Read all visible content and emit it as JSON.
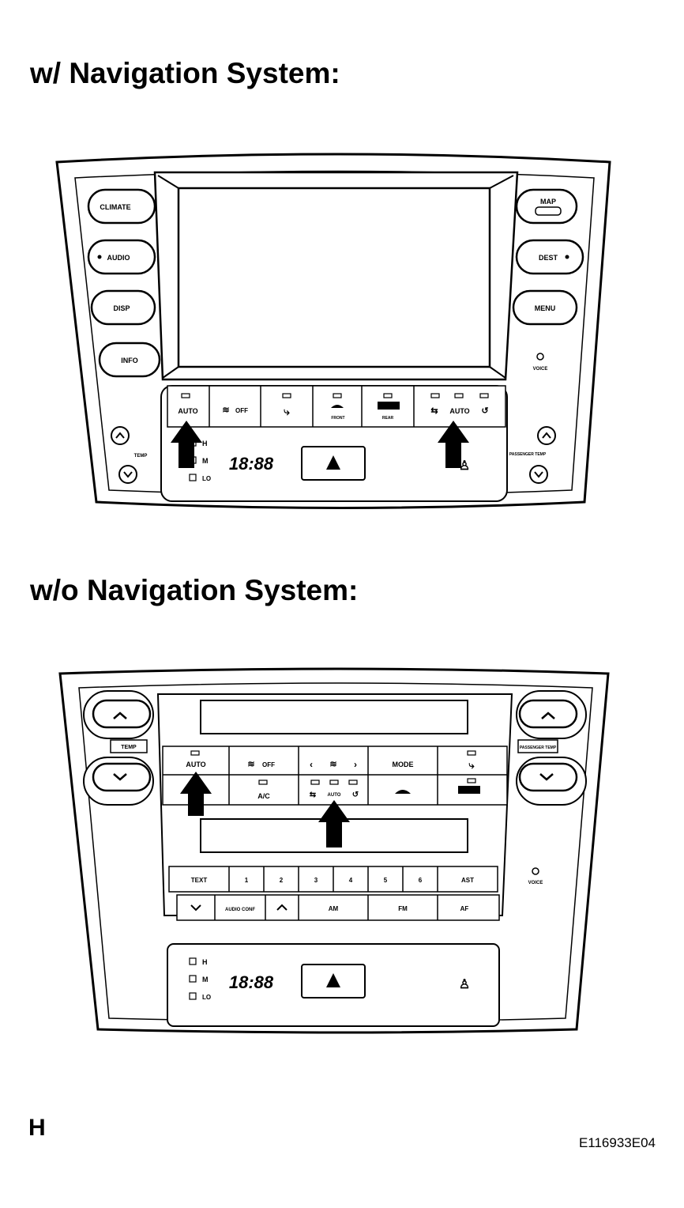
{
  "headings": {
    "with_nav": "w/ Navigation System:",
    "without_nav": "w/o Navigation System:"
  },
  "nav_panel": {
    "left_buttons": [
      "CLIMATE",
      "AUDIO",
      "DISP",
      "INFO"
    ],
    "right_buttons": [
      "MAP",
      "DEST",
      "MENU"
    ],
    "voice_label": "VOICE",
    "ac_row": {
      "auto_left": "AUTO",
      "fan_off": "OFF",
      "front": "FRONT",
      "rear": "REAR",
      "auto_right": "AUTO"
    },
    "fan_levels": [
      "H",
      "M",
      "LO"
    ],
    "clock": "18:88",
    "temp_left": "TEMP",
    "temp_right": "PASSENGER TEMP"
  },
  "nonav_panel": {
    "temp_left": "TEMP",
    "temp_right": "PASSENGER TEMP",
    "row1": {
      "auto": "AUTO",
      "fan_off": "OFF",
      "mode": "MODE"
    },
    "row2": {
      "ac": "A/C",
      "auto": "AUTO"
    },
    "audio_row": [
      "TEXT",
      "1",
      "2",
      "3",
      "4",
      "5",
      "6",
      "AST"
    ],
    "bottom_row": {
      "audio_conf": "AUDIO CONF",
      "am": "AM",
      "fm": "FM",
      "af": "AF"
    },
    "voice_label": "VOICE",
    "fan_levels": [
      "H",
      "M",
      "LO"
    ],
    "clock": "18:88"
  },
  "corner_letter": "H",
  "figure_code": "E116933E04"
}
